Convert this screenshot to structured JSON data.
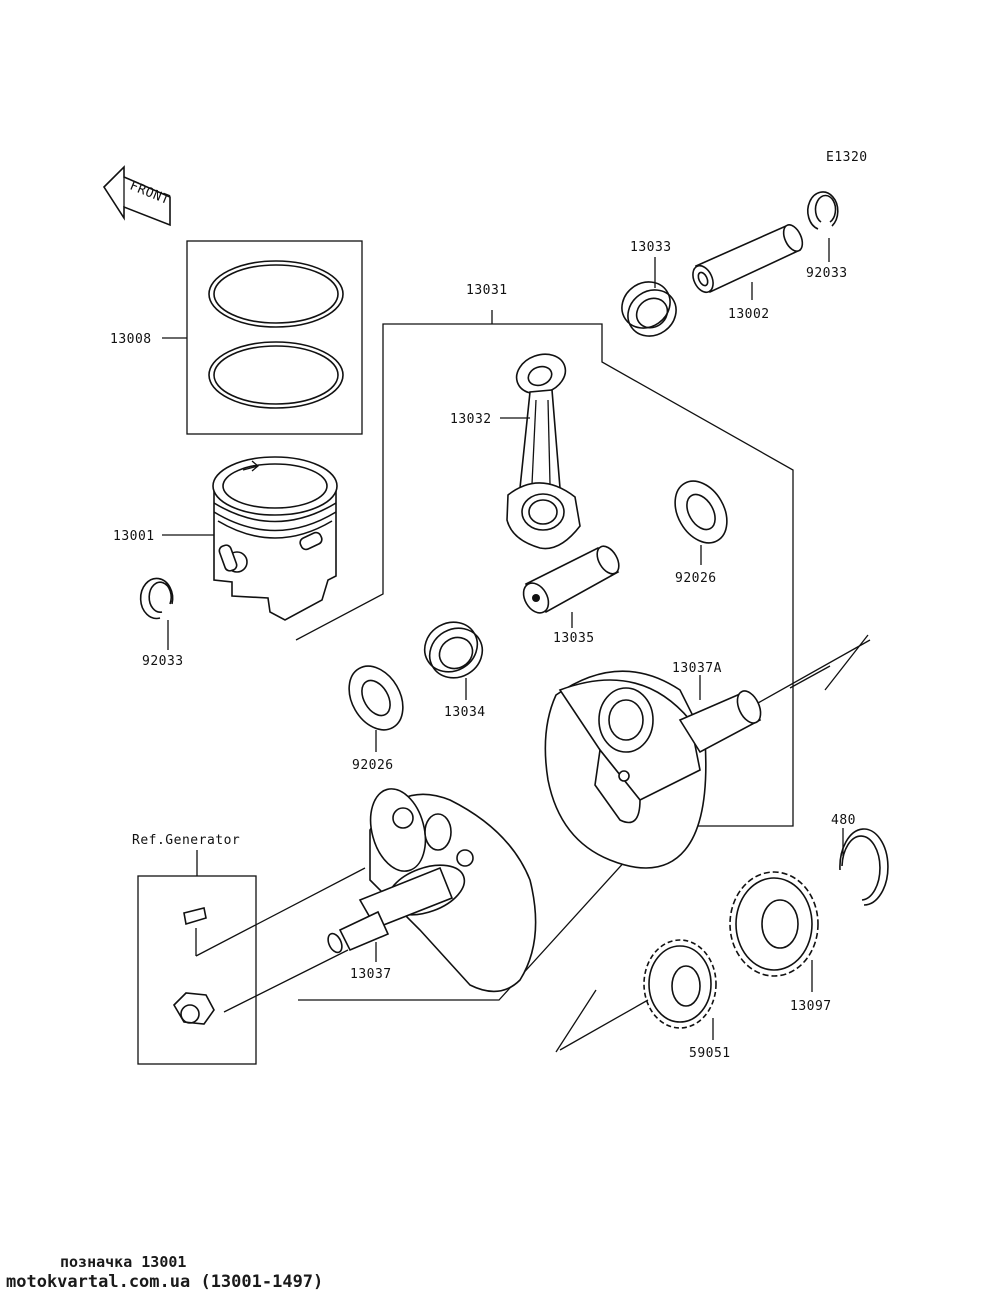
{
  "diagram": {
    "code": "E1320",
    "front_label": "FRONT",
    "ref_label": "Ref.Generator",
    "parts": {
      "p13008": "13008",
      "p13001": "13001",
      "p92033_left": "92033",
      "p13031": "13031",
      "p13032": "13032",
      "p13033": "13033",
      "p13002": "13002",
      "p92033_right": "92033",
      "p92026_right": "92026",
      "p13035": "13035",
      "p13034": "13034",
      "p92026_left": "92026",
      "p13037A": "13037A",
      "p13037": "13037",
      "p480": "480",
      "p13097": "13097",
      "p59051": "59051"
    }
  },
  "footer": {
    "caption": "позначка 13001",
    "site": "motokvartal.com.ua (13001-1497)"
  }
}
